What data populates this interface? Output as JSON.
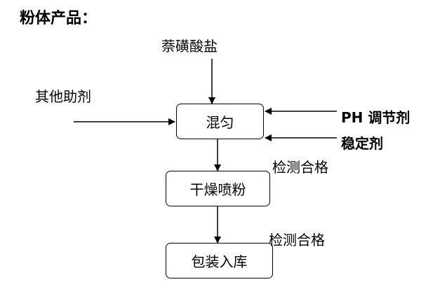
{
  "header": {
    "title": "粉体产品："
  },
  "inputs": {
    "top": "萘磺酸盐",
    "left": "其他助剂",
    "right_ph": "PH 调节剂",
    "right_stabilizer": "稳定剂"
  },
  "steps": [
    {
      "label": "混匀"
    },
    {
      "label": "干燥喷粉"
    },
    {
      "label": "包装入库"
    }
  ],
  "checks": [
    {
      "label": "检测合格"
    },
    {
      "label": "检测合格"
    }
  ]
}
